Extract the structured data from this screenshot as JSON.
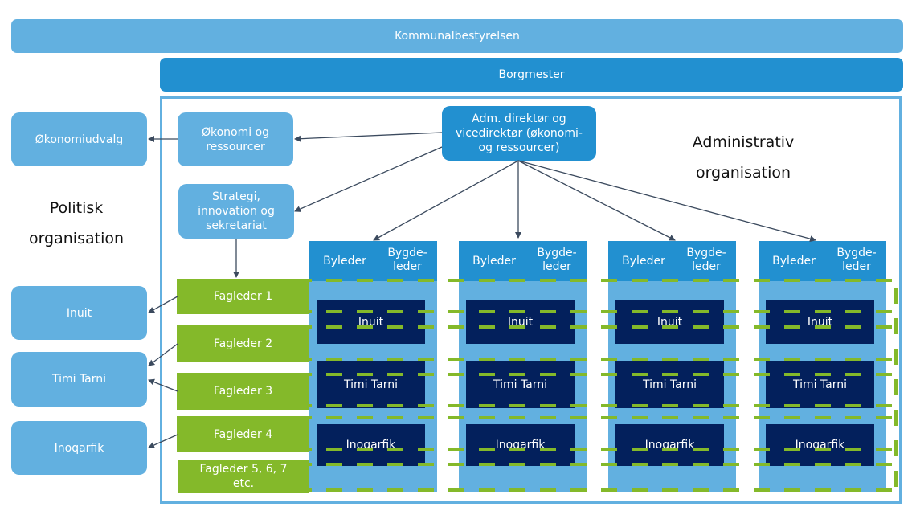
{
  "top": {
    "council": "Kommunalbestyrelsen",
    "mayor": "Borgmester"
  },
  "political": {
    "title": "Politisk\norganisation",
    "committees": [
      {
        "label": "Økonomiudvalg"
      },
      {
        "label": "Inuit"
      },
      {
        "label": "Timi Tarni"
      },
      {
        "label": "Inoqarfik"
      }
    ]
  },
  "administrative": {
    "title": "Administrativ\norganisation",
    "director": "Adm. direktør og\nvicedirektør (økonomi-\nog ressourcer)",
    "staff_units": [
      {
        "label": "Økonomi og\nressourcer"
      },
      {
        "label": "Strategi,\ninnovation og\nsekretariat"
      }
    ],
    "department_heads": [
      {
        "label": "Fagleder 1"
      },
      {
        "label": "Fagleder 2"
      },
      {
        "label": "Fagleder 3"
      },
      {
        "label": "Fagleder 4"
      },
      {
        "label": "Fagleder 5, 6, 7\netc."
      }
    ],
    "locations": [
      {
        "city_leader": "Byleder",
        "village_leader": "Bygde-\nleder",
        "areas": [
          "Inuit",
          "Timi Tarni",
          "Inoqarfik"
        ]
      },
      {
        "city_leader": "Byleder",
        "village_leader": "Bygde-\nleder",
        "areas": [
          "Inuit",
          "Timi Tarni",
          "Inoqarfik"
        ]
      },
      {
        "city_leader": "Byleder",
        "village_leader": "Bygde-\nleder",
        "areas": [
          "Inuit",
          "Timi Tarni",
          "Inoqarfik"
        ]
      },
      {
        "city_leader": "Byleder",
        "village_leader": "Bygde-\nleder",
        "areas": [
          "Inuit",
          "Timi Tarni",
          "Inoqarfik"
        ]
      }
    ]
  },
  "colors": {
    "light_blue": "#62b0e0",
    "mid_blue": "#2290d0",
    "dark_navy": "#03205c",
    "green": "#84b92a",
    "arrow": "#3b4a5e"
  }
}
